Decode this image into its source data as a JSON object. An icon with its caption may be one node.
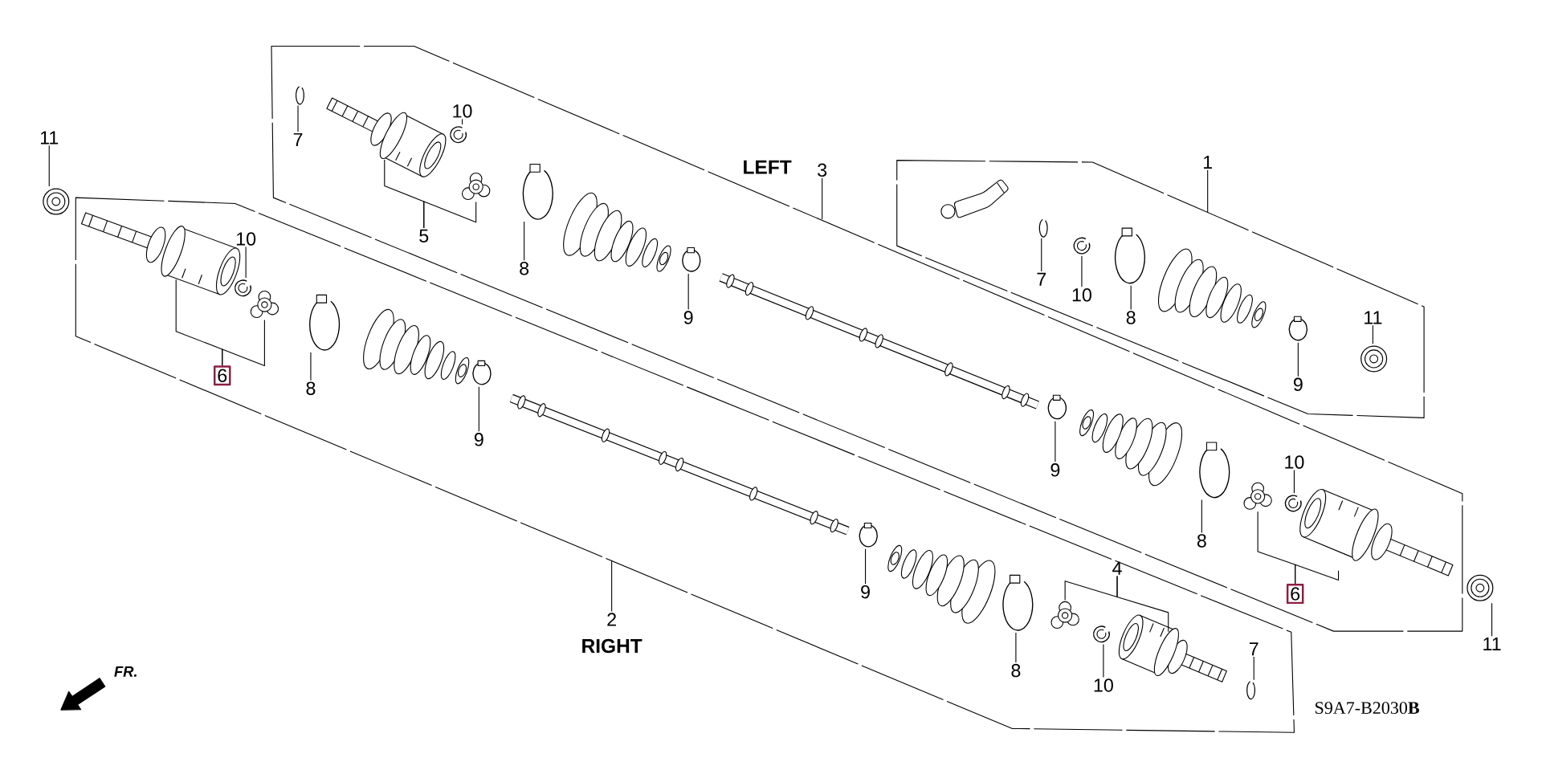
{
  "diagram": {
    "nodes": [
      {
        "text": [
          "11"
        ]
      },
      {
        "text": [],
        "shape": "picture"
      },
      {
        "text": [],
        "shape": "box"
      },
      {
        "text": [
          "6"
        ],
        "in": 2
      },
      {
        "text": [],
        "shape": "picture",
        "in": 2
      },
      {
        "text": [],
        "shape": "picture",
        "in": 2
      },
      {
        "text": [
          "10"
        ],
        "in": 2
      },
      {
        "text": [],
        "shape": "picture",
        "in": 2
      },
      {
        "text": [
          "8"
        ],
        "in": 2
      },
      {
        "text": [],
        "shape": "picture",
        "in": 2
      },
      {
        "text": [
          "9"
        ],
        "in": 2
      },
      {
        "text": [],
        "shape": "picture",
        "in": 2
      },
      {
        "text": [
          "2"
        ]
      },
      {
        "text": [
          "9"
        ],
        "in": 2
      },
      {
        "text": [],
        "shape": "picture",
        "in": 2
      },
      {
        "text": [
          "8"
        ],
        "in": 2
      },
      {
        "text": [],
        "shape": "picture",
        "in": 2
      },
      {
        "text": [
          "4"
        ],
        "in": 2
      },
      {
        "text": [],
        "shape": "picture",
        "in": 2
      },
      {
        "text": [],
        "shape": "picture",
        "in": 2
      },
      {
        "text": [
          "10"
        ],
        "in": 2
      },
      {
        "text": [],
        "shape": "picture",
        "in": 2
      },
      {
        "text": [
          "7"
        ],
        "in": 2
      },
      {
        "text": [],
        "shape": "picture",
        "in": 2
      },
      {
        "text": [],
        "shape": "box"
      },
      {
        "text": [
          "3"
        ]
      },
      {
        "text": [
          "7"
        ],
        "in": 24
      },
      {
        "text": [],
        "shape": "picture",
        "in": 24
      },
      {
        "text": [
          "5"
        ],
        "in": 24
      },
      {
        "text": [],
        "shape": "picture",
        "in": 24
      },
      {
        "text": [],
        "shape": "picture",
        "in": 24
      },
      {
        "text": [
          "10"
        ],
        "in": 24
      },
      {
        "text": [],
        "shape": "picture",
        "in": 24
      },
      {
        "text": [
          "8"
        ],
        "in": 24
      },
      {
        "text": [],
        "shape": "picture",
        "in": 24
      },
      {
        "text": [
          "9"
        ],
        "in": 24
      },
      {
        "text": [],
        "shape": "picture",
        "in": 24
      },
      {
        "text": [
          "9"
        ],
        "in": 24
      },
      {
        "text": [],
        "shape": "picture",
        "in": 24
      },
      {
        "text": [
          "8"
        ],
        "in": 24
      },
      {
        "text": [],
        "shape": "picture",
        "in": 24
      },
      {
        "text": [
          "6"
        ],
        "in": 24
      },
      {
        "text": [],
        "shape": "picture",
        "in": 24
      },
      {
        "text": [],
        "shape": "picture",
        "in": 24
      },
      {
        "text": [
          "10"
        ],
        "in": 24
      },
      {
        "text": [],
        "shape": "picture",
        "in": 24
      },
      {
        "text": [
          "11"
        ]
      },
      {
        "text": [],
        "shape": "picture"
      },
      {
        "text": [],
        "shape": "box"
      },
      {
        "text": [
          "1"
        ]
      },
      {
        "text": [
          "7"
        ],
        "in": 48
      },
      {
        "text": [],
        "shape": "picture",
        "in": 48
      },
      {
        "text": [
          "10"
        ],
        "in": 48
      },
      {
        "text": [],
        "shape": "picture",
        "in": 48
      },
      {
        "text": [
          "8"
        ],
        "in": 48
      },
      {
        "text": [],
        "shape": "picture",
        "in": 48
      },
      {
        "text": [
          "9"
        ],
        "in": 48
      },
      {
        "text": [],
        "shape": "picture",
        "in": 48
      },
      {
        "text": [
          "11"
        ],
        "in": 48
      },
      {
        "text": [],
        "shape": "picture",
        "in": 48
      }
    ],
    "edges": [
      {
        "from": 0,
        "to": 1,
        "arrow": "none"
      },
      {
        "from": 3,
        "to": 4,
        "arrow": "none"
      },
      {
        "from": 3,
        "to": 5,
        "arrow": "none"
      },
      {
        "from": 6,
        "to": 7,
        "arrow": "none"
      },
      {
        "from": 8,
        "to": 9,
        "arrow": "none"
      },
      {
        "from": 10,
        "to": 11,
        "arrow": "none"
      },
      {
        "from": 12,
        "to": 2,
        "arrow": "none"
      },
      {
        "from": 13,
        "to": 14,
        "arrow": "none"
      },
      {
        "from": 15,
        "to": 16,
        "arrow": "none"
      },
      {
        "from": 17,
        "to": 18,
        "arrow": "none"
      },
      {
        "from": 17,
        "to": 19,
        "arrow": "none"
      },
      {
        "from": 20,
        "to": 21,
        "arrow": "none"
      },
      {
        "from": 22,
        "to": 23,
        "arrow": "none"
      },
      {
        "from": 25,
        "to": 24,
        "arrow": "none"
      },
      {
        "from": 26,
        "to": 27,
        "arrow": "none"
      },
      {
        "from": 28,
        "to": 29,
        "arrow": "none"
      },
      {
        "from": 28,
        "to": 30,
        "arrow": "none"
      },
      {
        "from": 31,
        "to": 32,
        "arrow": "none"
      },
      {
        "from": 33,
        "to": 34,
        "arrow": "none"
      },
      {
        "from": 35,
        "to": 36,
        "arrow": "none"
      },
      {
        "from": 37,
        "to": 38,
        "arrow": "none"
      },
      {
        "from": 39,
        "to": 40,
        "arrow": "none"
      },
      {
        "from": 41,
        "to": 42,
        "arrow": "none"
      },
      {
        "from": 41,
        "to": 43,
        "arrow": "none"
      },
      {
        "from": 44,
        "to": 45,
        "arrow": "none"
      },
      {
        "from": 46,
        "to": 47,
        "arrow": "none"
      },
      {
        "from": 49,
        "to": 48,
        "arrow": "none"
      },
      {
        "from": 50,
        "to": 51,
        "arrow": "none"
      },
      {
        "from": 52,
        "to": 53,
        "arrow": "none"
      },
      {
        "from": 54,
        "to": 55,
        "arrow": "none"
      },
      {
        "from": 56,
        "to": 57,
        "arrow": "none"
      },
      {
        "from": 58,
        "to": 59,
        "arrow": "none"
      }
    ],
    "labels": [
      "LEFT",
      "RIGHT",
      "FR.",
      "S9A7-B2030**B**"
    ]
  }
}
